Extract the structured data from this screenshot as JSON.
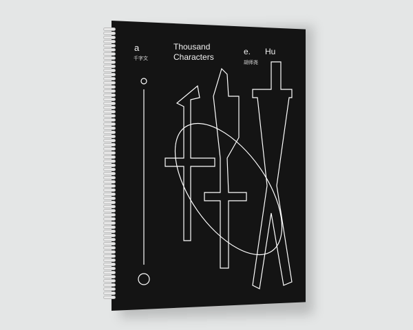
{
  "cover": {
    "letter_a": "a",
    "chinese_title": "千字文",
    "title_line1": "Thousand",
    "title_line2": "Characters",
    "author_initial": "e.",
    "author_surname": "Hu",
    "author_chinese": "胡师尧"
  },
  "colors": {
    "background": "#e4e6e6",
    "cover": "#141414",
    "lines": "#ffffff"
  }
}
